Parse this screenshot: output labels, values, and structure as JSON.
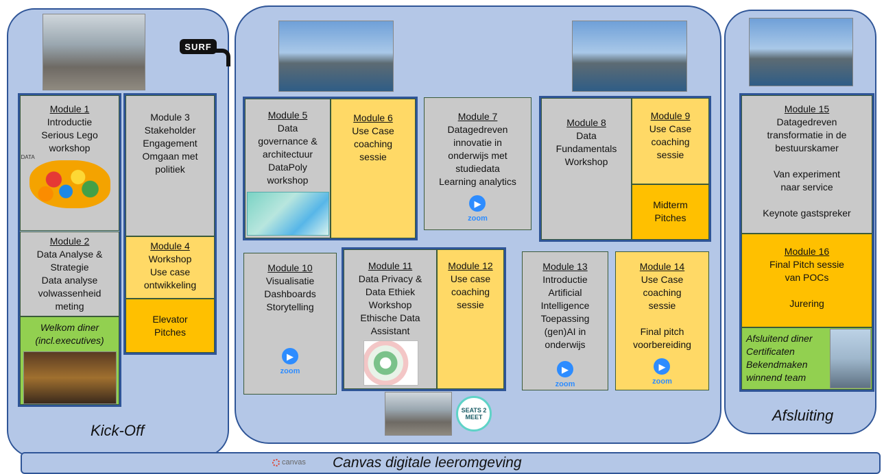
{
  "panels": {
    "kickoff_label": "Kick-Off",
    "closing_label": "Afsluiting"
  },
  "logos": {
    "surf": "SURF",
    "seats": "SEATS 2 MEET",
    "zoom": "zoom",
    "canvas": "canvas",
    "data_lego": "DATA"
  },
  "modules": {
    "m1": {
      "title": "Module 1",
      "text": "Introductie\nSerious Lego\nworkshop"
    },
    "m2": {
      "title": "Module 2",
      "text": "Data Analyse &\nStrategie\nData analyse\nvolwassenheid\nmeting"
    },
    "dinner1": {
      "text": "Welkom diner\n(incl.executives)"
    },
    "m3": {
      "title": "Module 3",
      "text": "Stakeholder\nEngagement\nOmgaan met\npolitiek"
    },
    "m4": {
      "title": "Module 4",
      "text": "Workshop\nUse case\nontwikkeling"
    },
    "elevator": {
      "text": "Elevator\nPitches"
    },
    "m5": {
      "title": "Module 5",
      "text": "Data\ngovernance &\narchitectuur\nDataPoly\nworkshop"
    },
    "m6": {
      "title": "Module 6",
      "text": "Use Case\ncoaching\nsessie"
    },
    "m7": {
      "title": "Module 7",
      "text": "Datagedreven\ninnovatie in\nonderwijs met\nstudiedata\nLearning analytics"
    },
    "m8": {
      "title": "Module 8",
      "text": "Data\nFundamentals\nWorkshop"
    },
    "m9": {
      "title": "Module 9",
      "text": "Use Case\ncoaching\nsessie"
    },
    "midterm": {
      "text": "Midterm\nPitches"
    },
    "m10": {
      "title": "Module 10",
      "text": "Visualisatie\nDashboards\nStorytelling"
    },
    "m11": {
      "title": "Module 11",
      "text": "Data Privacy &\nData Ethiek\nWorkshop\nEthische Data\nAssistant"
    },
    "m12": {
      "title": "Module 12",
      "text": "Use case\ncoaching\nsessie"
    },
    "m13": {
      "title": "Module 13",
      "text": "Introductie\nArtificial\nIntelligence\nToepassing\n(gen)AI in\nonderwijs"
    },
    "m14": {
      "title": "Module 14",
      "text": "Use Case\ncoaching\nsessie\n\nFinal pitch\nvoorbereiding"
    },
    "m15": {
      "title": "Module 15",
      "text": "Datagedreven\ntransformatie in de\nbestuurskamer\n\nVan experiment\nnaar service\n\nKeynote gastspreker"
    },
    "m16": {
      "title": "Module 16",
      "text": "Final Pitch sessie\nvan POCs\n\nJurering"
    },
    "dinner2": {
      "text": "Afsluitend diner\nCertificaten\nBekendmaken\nwinnend team"
    }
  },
  "footer": {
    "title": "Canvas digitale leeromgeving"
  }
}
